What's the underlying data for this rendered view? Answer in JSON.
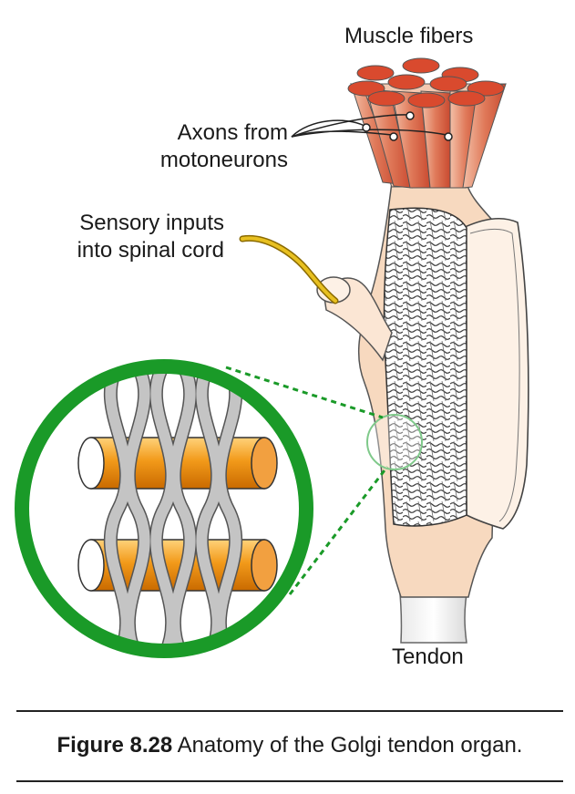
{
  "labels": {
    "muscle_fibers": "Muscle fibers",
    "axons_line1": "Axons from",
    "axons_line2": "motoneurons",
    "sensory_line1": "Sensory inputs",
    "sensory_line2": "into spinal cord",
    "tendon": "Tendon"
  },
  "caption": {
    "figure_number": "Figure 8.28",
    "text": "Anatomy of the Golgi tendon organ."
  },
  "colors": {
    "muscle_red": "#d94a2e",
    "tissue_peach": "#f7d9bf",
    "capsule_pale": "#fdf1e6",
    "collagen_orange": "#f29a1a",
    "magnifier_green": "#1a9a28",
    "fiber_gray": "#b8b8b8",
    "axon_yellow": "#e8c020"
  }
}
